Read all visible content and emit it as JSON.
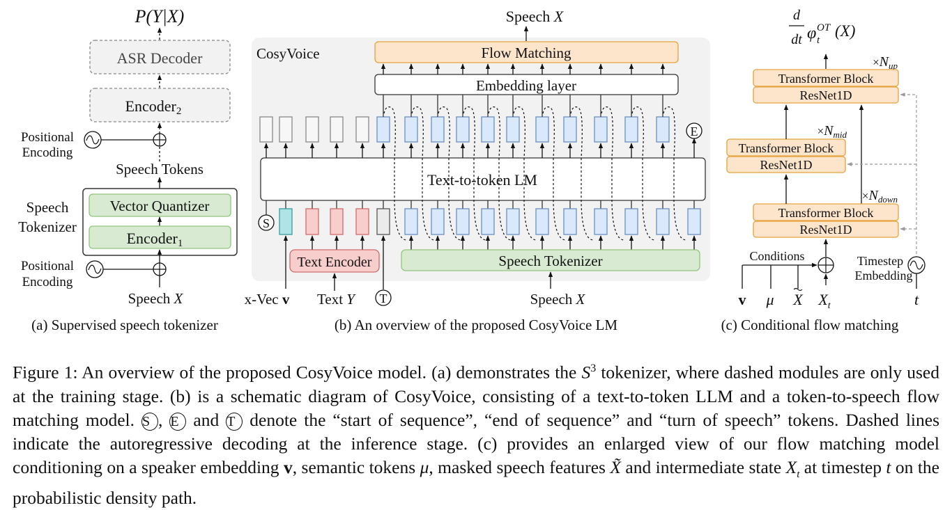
{
  "panel_a": {
    "output_label": "P(Y|X)",
    "asr_decoder": "ASR Decoder",
    "encoder2": "Encoder",
    "encoder2_sub": "2",
    "pos_enc_top": [
      "Positional",
      "Encoding"
    ],
    "speech_tokens": "Speech Tokens",
    "tokenizer_label": [
      "Speech",
      "Tokenizer"
    ],
    "vector_quantizer": "Vector Quantizer",
    "encoder1": "Encoder",
    "encoder1_sub": "1",
    "pos_enc_bottom": [
      "Positional",
      "Encoding"
    ],
    "input_label": "Speech ",
    "input_var": "X",
    "caption": "(a) Supervised speech tokenizer"
  },
  "panel_b": {
    "title": "CosyVoice",
    "output_label": "Speech ",
    "output_var": "X",
    "flow_matching": "Flow Matching",
    "embedding_layer": "Embedding layer",
    "lm": "Text-to-token LM",
    "start_token": "S",
    "end_token": "E",
    "turn_token": "T",
    "text_encoder": "Text Encoder",
    "speech_tokenizer": "Speech Tokenizer",
    "xvec_label": "x-Vec ",
    "xvec_var": "v",
    "text_label": "Text ",
    "text_var": "Y",
    "speech_in_label": "Speech ",
    "speech_in_var": "X",
    "caption": "(b) An overview of the proposed CosyVoice LM"
  },
  "panel_c": {
    "output_label": "φ",
    "output_d": "d",
    "output_dt": "dt",
    "output_sup": "OT",
    "output_sub": "t",
    "output_arg": "(X)",
    "n_up": "N",
    "n_up_sub": "up",
    "n_mid": "N",
    "n_mid_sub": "mid",
    "n_down": "N",
    "n_down_sub": "down",
    "times": "×",
    "transformer_block": "Transformer Block",
    "resnet": "ResNet1D",
    "conditions": "Conditions",
    "timestep": [
      "Timestep",
      "Embedding"
    ],
    "inputs": {
      "v": "v",
      "mu": "μ",
      "xtilde": "X",
      "xt": "X",
      "xt_sub": "t",
      "t": "t"
    },
    "caption": "(c) Conditional flow matching"
  },
  "colors": {
    "green_fill": "#d9ead3",
    "green_stroke": "#93c47d",
    "orange_fill": "#fde5cc",
    "orange_stroke": "#e6a23c",
    "blue_fill": "#dae8fc",
    "blue_stroke": "#6c8ebf",
    "red_fill": "#f8cecc",
    "red_stroke": "#d06b6b",
    "teal_fill": "#b0e3e6",
    "teal_stroke": "#3a9ba0",
    "panel_bg": "#f2f2f2"
  },
  "caption": {
    "line1_a": "Figure 1:  An overview of the proposed CosyVoice model.  (a) demonstrates the ",
    "s3": "S",
    "s3_sup": "3",
    "line1_b": " tokenizer, where dashed modules are only used at the training stage. (b) is a schematic diagram of CosyVoice, consisting of a text-to-token LLM and a token-to-speech flow matching model. ",
    "sym_s": "S",
    "sep1": ", ",
    "sym_e": "E",
    "sep2": " and ",
    "sym_t": "T",
    "line3": " denote the “start of sequence”, “end of sequence” and “turn of speech” tokens. Dashed lines indicate the autoregressive decoding at the inference stage. (c) provides an enlarged view of our flow matching model conditioning on a speaker embedding ",
    "v": "v",
    "mid1": ", semantic tokens ",
    "mu": "μ",
    "mid2": ", masked speech features ",
    "xtilde": "X̃",
    "mid3": " and intermediate state ",
    "xt": "X",
    "xt_sub": "t",
    "mid4": " at timestep ",
    "t": "t",
    "end": " on the probabilistic density path."
  }
}
